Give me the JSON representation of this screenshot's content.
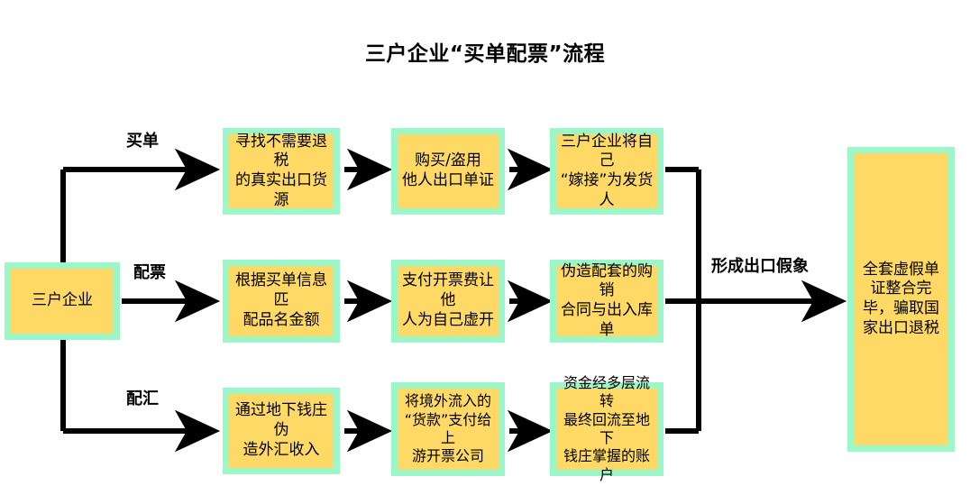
{
  "title": "三户企业“买单配票”流程",
  "theme": {
    "node_fill": "#ffd966",
    "node_border": "#9cf7c8",
    "line_color": "#000000",
    "text_color": "#000000",
    "background": "#ffffff"
  },
  "start_node": {
    "label": "三户企业"
  },
  "end_node": {
    "label": "全套虚假单证整合完毕，骗取国家出口退税"
  },
  "merge_label": "形成出口假象",
  "branches": [
    {
      "label": "买单",
      "steps": [
        "寻找不需要退税\n的真实出口货源",
        "购买/盗用\n他人出口单证",
        "三户企业将自己\n“嫁接”为发货人"
      ]
    },
    {
      "label": "配票",
      "steps": [
        "根据买单信息匹\n配品名金额",
        "支付开票费让他\n人为自己虚开",
        "伪造配套的购销\n合同与出入库单"
      ]
    },
    {
      "label": "配汇",
      "steps": [
        "通过地下钱庄伪\n造外汇收入",
        "将境外流入的\n“货款”支付给上\n游开票公司",
        "资金经多层流转\n最终回流至地下\n钱庄掌握的账户"
      ]
    }
  ]
}
